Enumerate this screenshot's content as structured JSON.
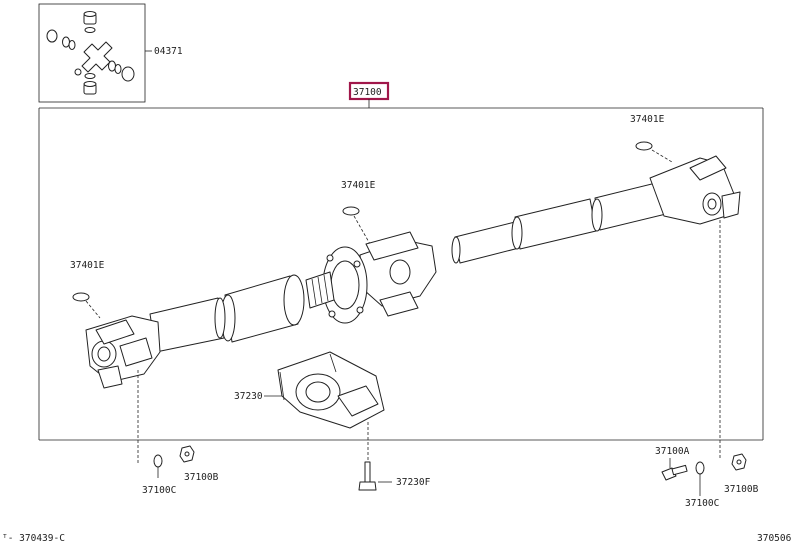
{
  "callouts": {
    "main_assembly": "37100",
    "spider_kit": "04371",
    "snap_ring_left": "37401E",
    "snap_ring_center": "37401E",
    "snap_ring_right": "37401E",
    "center_bearing": "37230",
    "bolt_center": "37230F",
    "bolt_right": "37100A",
    "nut_left": "37100B",
    "nut_right": "37100B",
    "washer_left": "37100C",
    "washer_right": "37100C"
  },
  "footer": {
    "left_code": "ᵀ- 370439-C",
    "right_code": "370506"
  },
  "colors": {
    "highlight": "#a0174a",
    "line": "#222222"
  }
}
